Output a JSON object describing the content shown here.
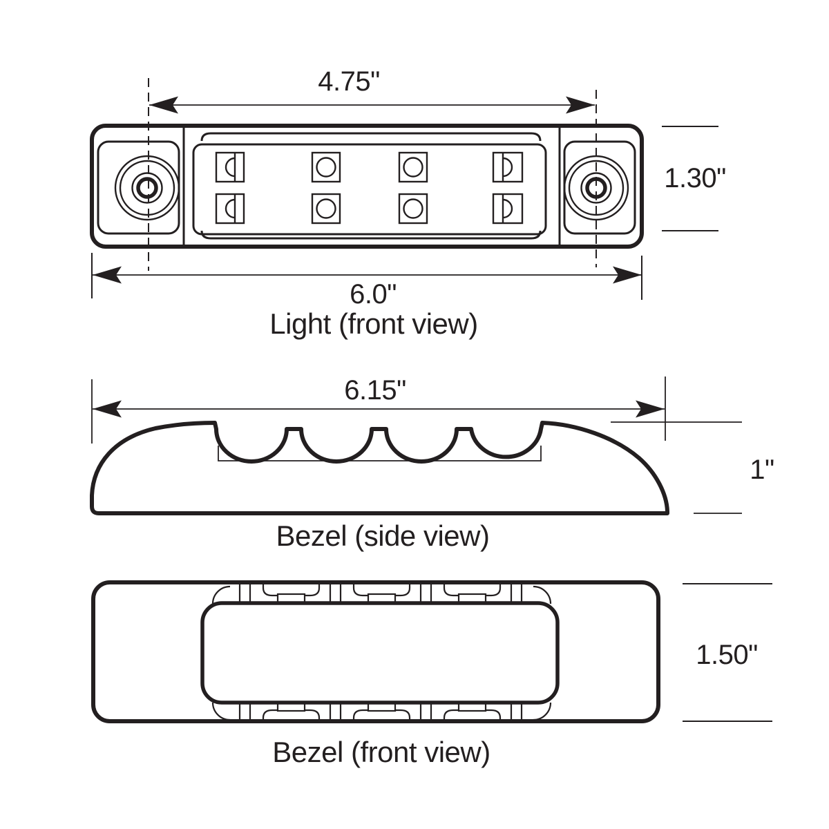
{
  "ink": "#231f20",
  "background": "#ffffff",
  "drawings": {
    "light_front": {
      "label": "Light (front view)",
      "dim_mount_spacing": "4.75\"",
      "dim_overall_width": "6.0\"",
      "dim_height": "1.30\""
    },
    "bezel_side": {
      "label": "Bezel (side view)",
      "dim_overall_width": "6.15\"",
      "dim_height": "1\""
    },
    "bezel_front": {
      "label": "Bezel (front view)",
      "dim_height": "1.50\""
    }
  }
}
